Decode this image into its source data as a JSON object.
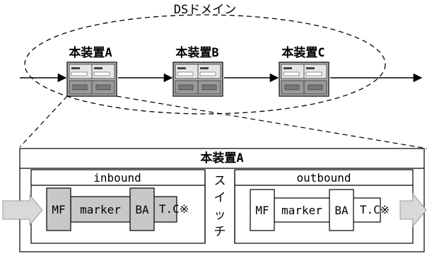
{
  "domain_label": "DSドメイン",
  "devices": [
    "本装置A",
    "本装置B",
    "本装置C"
  ],
  "detail": {
    "title": "本装置A",
    "inbound": {
      "label": "inbound",
      "blocks": [
        "MF",
        "marker",
        "BA",
        "T.C※"
      ]
    },
    "switch": {
      "chars": [
        "ス",
        "イ",
        "ッ",
        "チ"
      ]
    },
    "outbound": {
      "label": "outbound",
      "blocks": [
        "MF",
        "marker",
        "BA",
        "T.C※"
      ]
    }
  },
  "colors": {
    "inbound_fill": "#c8c8c8",
    "outbound_fill": "#ffffff",
    "flow_arrow_fill": "#d9d9d9",
    "device_fill": "#b8b8b8"
  }
}
